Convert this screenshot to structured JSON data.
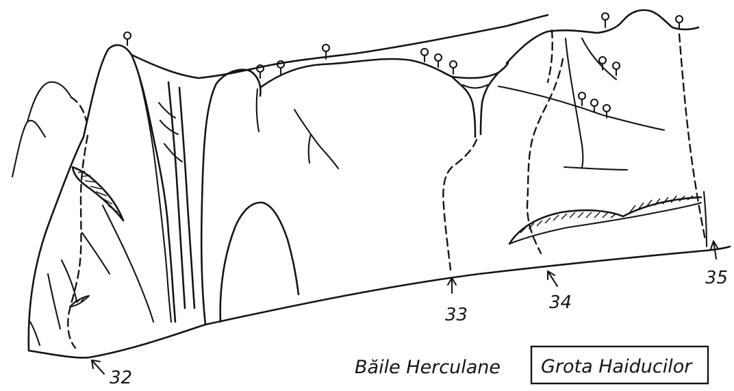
{
  "routes": [
    {
      "number": "32"
    },
    {
      "number": "33"
    },
    {
      "number": "34"
    },
    {
      "number": "35"
    }
  ],
  "caption": {
    "location": "Băile Herculane",
    "site_name": "Grota Haiducilor"
  },
  "colors": {
    "ink": "#141414",
    "paper": "#ffffff"
  }
}
